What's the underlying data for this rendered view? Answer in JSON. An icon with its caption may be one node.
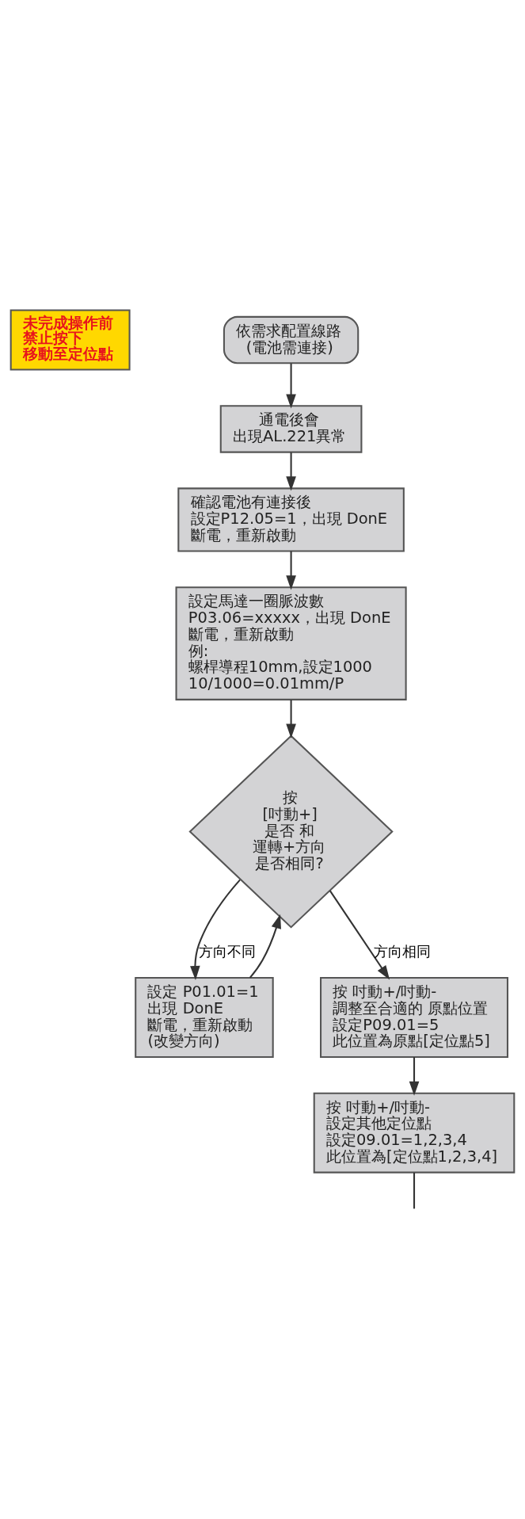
{
  "diagram": {
    "nodes": [
      {
        "text": [
          "未完成操作前",
          "禁止按下",
          "移動至定位點"
        ]
      },
      {
        "text": [
          "依需求配置線路",
          "(電池需連接)"
        ]
      },
      {
        "text": [
          "通電後會",
          "出現AL.221異常"
        ]
      },
      {
        "text": [
          "確認電池有連接後",
          "設定P12.05=1，出現 DonE",
          "斷電，重新啟動"
        ]
      },
      {
        "text": [
          "設定馬達一圈脈波數",
          "P03.06=xxxxx，出現 DonE",
          "斷電，重新啟動",
          "例:",
          "螺桿導程10mm,設定1000",
          "10/1000=0.01mm/P"
        ]
      },
      {
        "text": [
          "按",
          "[吋動+]",
          "是否 和",
          "運轉+方向",
          "是否相同?"
        ]
      },
      {
        "text": [
          "設定 P01.01=1",
          "出現 DonE",
          "斷電，重新啟動",
          "(改變方向)"
        ]
      },
      {
        "text": [
          "按 吋動+/吋動-",
          "調整至合適的 原點位置",
          "設定P09.01=5",
          "此位置為原點[定位點5]"
        ]
      },
      {
        "text": [
          "按 吋動+/吋動-",
          "設定其他定位點",
          "設定09.01=1,2,3,4",
          "此位置為[定位點1,2,3,4]"
        ]
      }
    ],
    "edges": [
      {
        "from": 1,
        "to": 2,
        "arrow": "to"
      },
      {
        "from": 2,
        "to": 3,
        "arrow": "to"
      },
      {
        "from": 3,
        "to": 4,
        "arrow": "to"
      },
      {
        "from": 4,
        "to": 5,
        "arrow": "to"
      },
      {
        "from": 5,
        "to": 6,
        "label": "方向不同",
        "arrow": "to"
      },
      {
        "from": 6,
        "to": 5,
        "arrow": "to"
      },
      {
        "from": 5,
        "to": 7,
        "label": "方向相同",
        "arrow": "to"
      },
      {
        "from": 7,
        "to": 8,
        "arrow": "to"
      },
      {
        "from": 8,
        "to": null,
        "arrow": "none"
      }
    ]
  }
}
